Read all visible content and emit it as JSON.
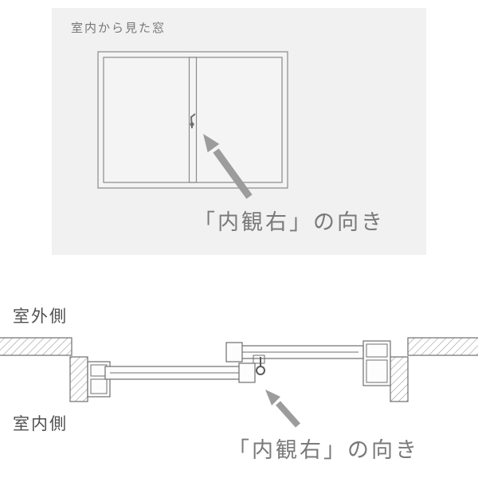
{
  "top_panel": {
    "caption": "室内から見た窓",
    "direction_label": "「内観右」の向き"
  },
  "section_view": {
    "outdoor_label": "室外側",
    "indoor_label": "室内側",
    "direction_label": "「内観右」の向き"
  },
  "icons": {
    "direction_arrow": "northwest-arrow"
  },
  "colors": {
    "panel_bg": "#f1f1f1",
    "drawing_line": "#8a8a8a",
    "section_line": "#6e6e6e",
    "arrow": "#9c9c9c",
    "caption_text": "#777777",
    "label_text": "#4f4f4f",
    "direction_text": "#7a7a7a"
  }
}
